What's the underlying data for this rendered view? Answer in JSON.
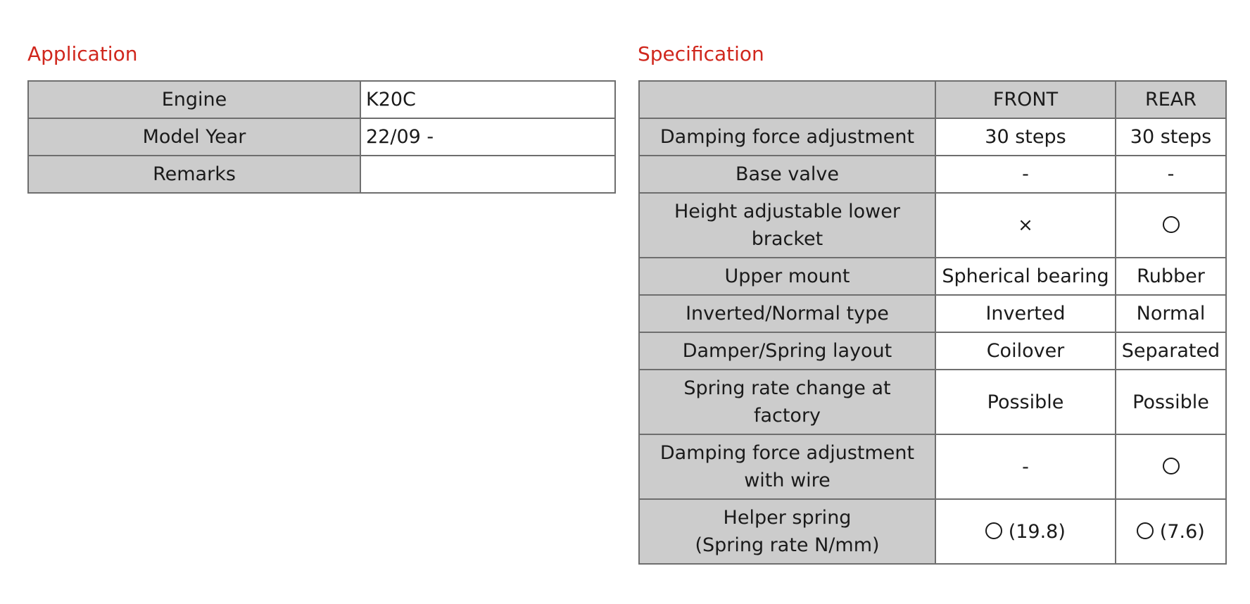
{
  "application": {
    "title": "Application",
    "rows": [
      {
        "label": "Engine",
        "value": "K20C"
      },
      {
        "label": "Model Year",
        "value": "22/09 -"
      },
      {
        "label": "Remarks",
        "value": ""
      }
    ]
  },
  "specification": {
    "title": "Specification",
    "columns": {
      "front": "FRONT",
      "rear": "REAR"
    },
    "rows": [
      {
        "label": "Damping force adjustment",
        "front": "30 steps",
        "rear": "30 steps"
      },
      {
        "label": "Base valve",
        "front": "-",
        "rear": "-"
      },
      {
        "label_line1": "Height adjustable lower",
        "label_line2": "bracket",
        "front": "×",
        "rear_icon": "circle-icon"
      },
      {
        "label": "Upper mount",
        "front": "Spherical bearing",
        "rear": "Rubber"
      },
      {
        "label": "Inverted/Normal type",
        "front": "Inverted",
        "rear": "Normal"
      },
      {
        "label": "Damper/Spring layout",
        "front": "Coilover",
        "rear": "Separated"
      },
      {
        "label_line1": "Spring rate change at",
        "label_line2": "factory",
        "front": "Possible",
        "rear": "Possible"
      },
      {
        "label_line1": "Damping force adjustment",
        "label_line2": "with wire",
        "front": "-",
        "rear_icon": "circle-icon"
      },
      {
        "label_line1": "Helper spring",
        "label_line2": "(Spring rate N/mm)",
        "front_icon": "circle-icon",
        "front": "(19.8)",
        "rear_icon": "circle-icon",
        "rear": "(7.6)"
      }
    ]
  },
  "colors": {
    "title": "#d0271d",
    "header_bg": "#cccccc",
    "border": "#6e6e6e"
  }
}
